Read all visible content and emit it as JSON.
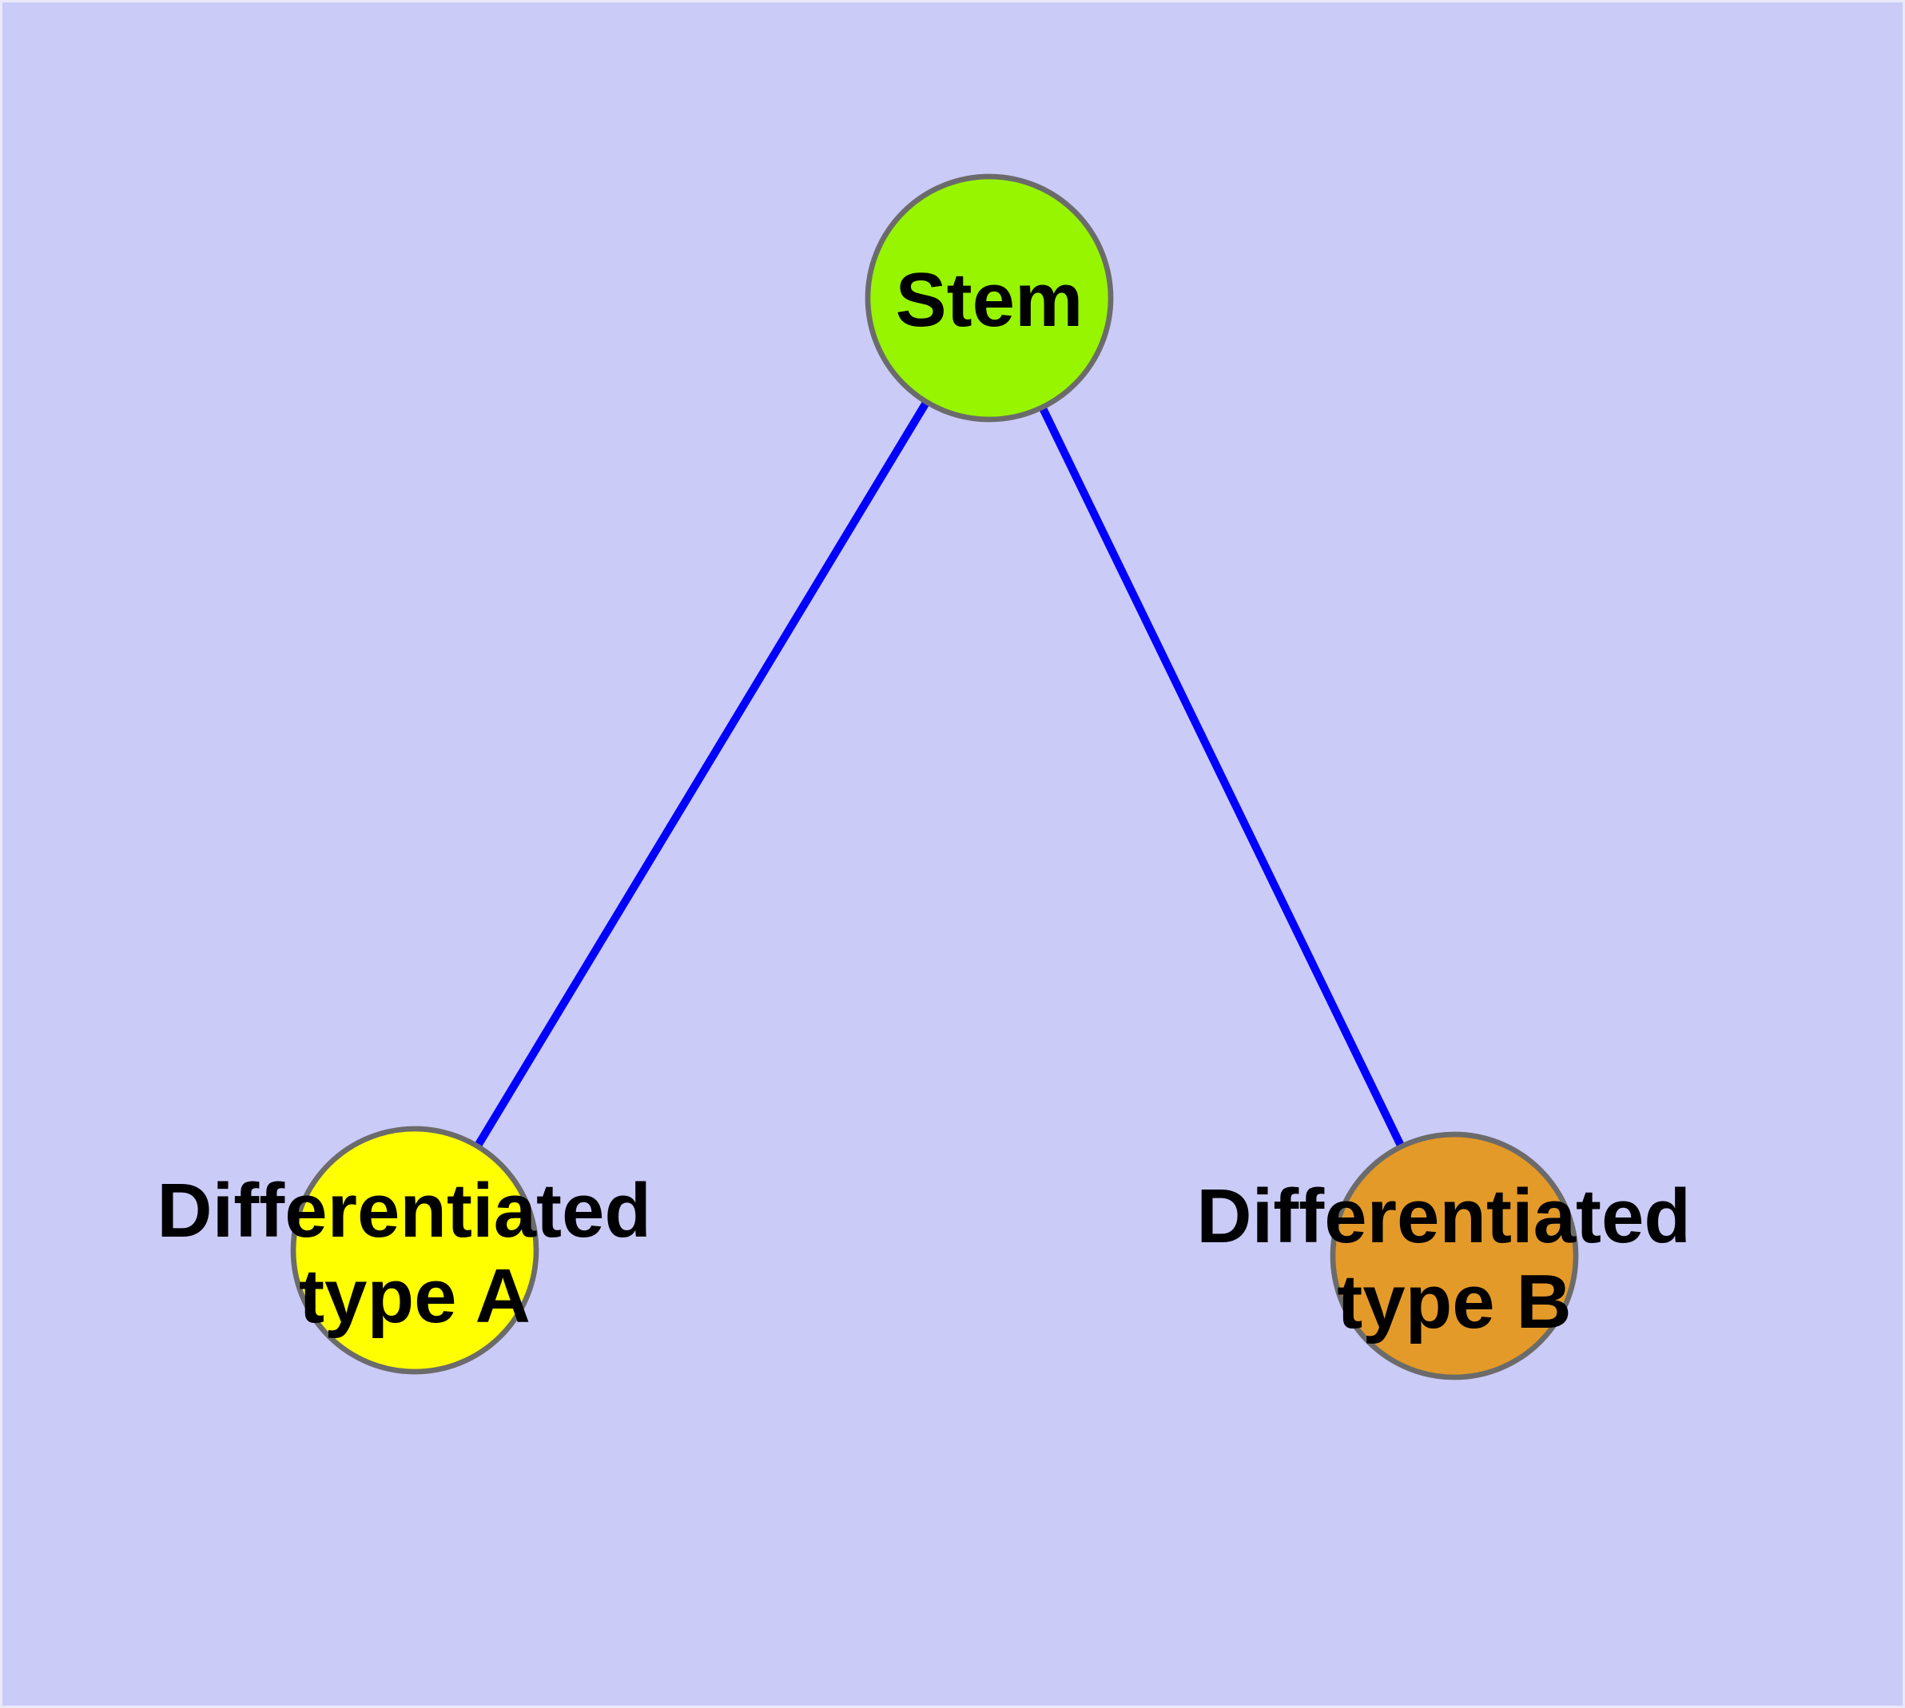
{
  "diagram": {
    "background_color": "#CBCBF8",
    "frame_highlight_color": "#E9E9FA",
    "edge_color": "#0000FF",
    "node_border_color": "#6B6B6B",
    "label_color": "#000000",
    "nodes": {
      "stem": {
        "label": "Stem",
        "fill": "#97F500"
      },
      "type_a": {
        "label_line1": "Differentiated",
        "label_line2": "type A",
        "fill": "#FFFF00"
      },
      "type_b": {
        "label_line1": "Differentiated",
        "label_line2": "type B",
        "fill": "#E49A28"
      }
    },
    "edges": [
      {
        "from": "Stem",
        "to": "Differentiated type A"
      },
      {
        "from": "Stem",
        "to": "Differentiated type B"
      }
    ]
  }
}
